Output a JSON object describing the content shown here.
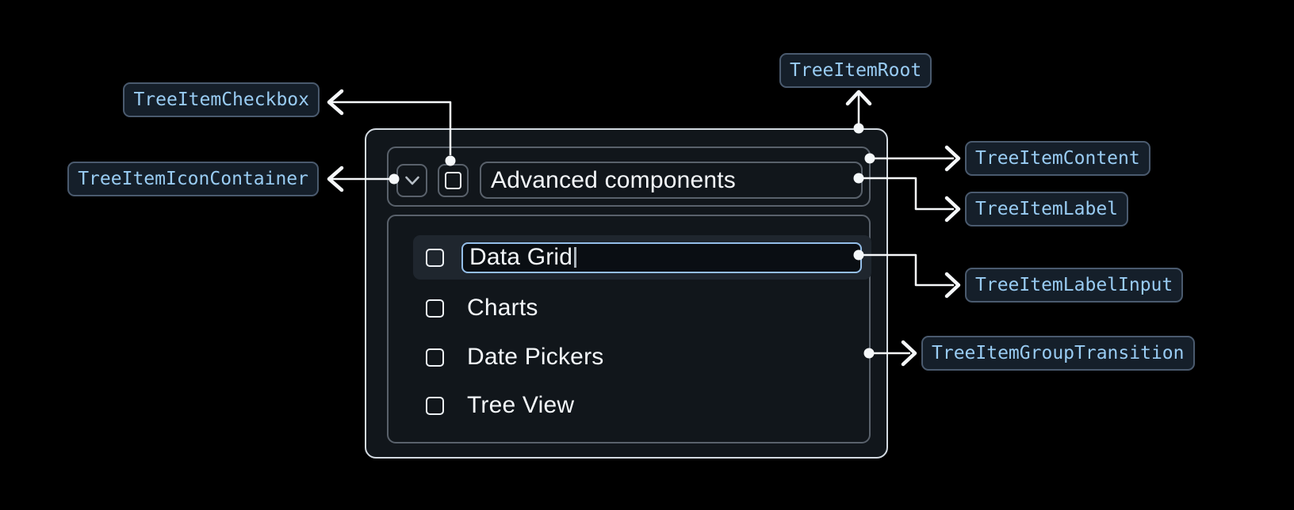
{
  "badges": {
    "root": {
      "label": "TreeItemRoot"
    },
    "checkbox": {
      "label": "TreeItemCheckbox"
    },
    "icon_container": {
      "label": "TreeItemIconContainer"
    },
    "content": {
      "label": "TreeItemContent"
    },
    "label": {
      "label": "TreeItemLabel"
    },
    "label_input": {
      "label": "TreeItemLabelInput"
    },
    "group_transition": {
      "label": "TreeItemGroupTransition"
    }
  },
  "tree_item": {
    "parent": {
      "label": "Advanced components",
      "expanded": true,
      "expand_icon": "chevron-down-icon",
      "checkbox_icon": "checkbox-unchecked-icon",
      "checkbox_state": "unchecked"
    },
    "children": [
      {
        "label": "Data Grid",
        "state": "editing",
        "checkbox_state": "unchecked",
        "cursor_visible": true
      },
      {
        "label": "Charts",
        "checkbox_state": "unchecked"
      },
      {
        "label": "Date Pickers",
        "checkbox_state": "unchecked"
      },
      {
        "label": "Tree View",
        "checkbox_state": "unchecked"
      }
    ]
  },
  "colors": {
    "page_background": "#000000",
    "component_background": "#11161B",
    "root_border": "#D3DAE1",
    "box_border": "#59616B",
    "row_highlight": "#1F262E",
    "input_border": "#94BEE9",
    "item_text": "#F4F7FA",
    "badge_text": "#99CCF3",
    "badge_background": "#151F2A",
    "badge_border": "#4A5A6E",
    "arrow": "#F5F8FA"
  }
}
